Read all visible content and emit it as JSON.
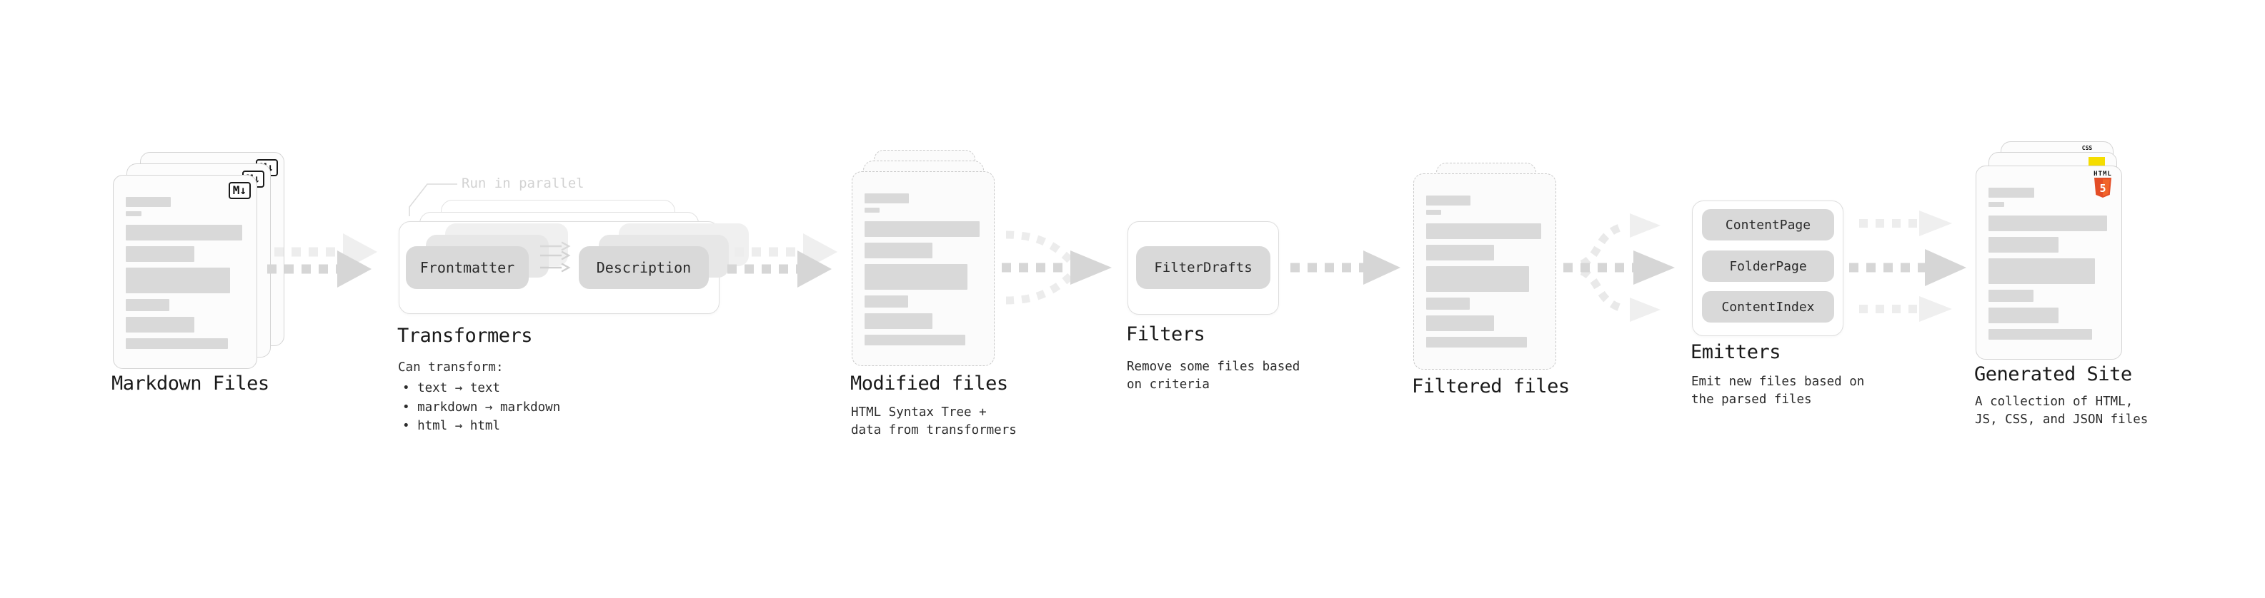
{
  "markdown": {
    "title": "Markdown Files",
    "badge": "M↓"
  },
  "transformers": {
    "annotation": "Run in parallel",
    "pill_left": "Frontmatter",
    "pill_right": "Description",
    "title": "Transformers",
    "caption_heading": "Can transform:",
    "bullets": [
      "• text → text",
      "• markdown → markdown",
      "• html → html"
    ]
  },
  "modified": {
    "title": "Modified files",
    "caption": "HTML Syntax Tree +\ndata from transformers"
  },
  "filters": {
    "pill": "FilterDrafts",
    "title": "Filters",
    "caption": "Remove some files based\non criteria"
  },
  "filtered": {
    "title": "Filtered files"
  },
  "emitters": {
    "pills": [
      "ContentPage",
      "FolderPage",
      "ContentIndex"
    ],
    "title": "Emitters",
    "caption": "Emit new files based on\nthe parsed files"
  },
  "generated": {
    "title": "Generated Site",
    "caption": "A collection of HTML,\nJS, CSS, and JSON files",
    "badge_css": "CSS",
    "badge_html_label": "HTML",
    "badge_html_number": "5"
  },
  "colors": {
    "html5_orange": "#e44d26",
    "html5_orange_light": "#f16529",
    "js_yellow": "#f5dd00",
    "css_blue": "#2b5fe3",
    "bar_gray": "#d9d9d9",
    "pill_gray": "#d9d9d9",
    "arrow_dark": "#d6d6d6",
    "arrow_light": "#ededed"
  }
}
